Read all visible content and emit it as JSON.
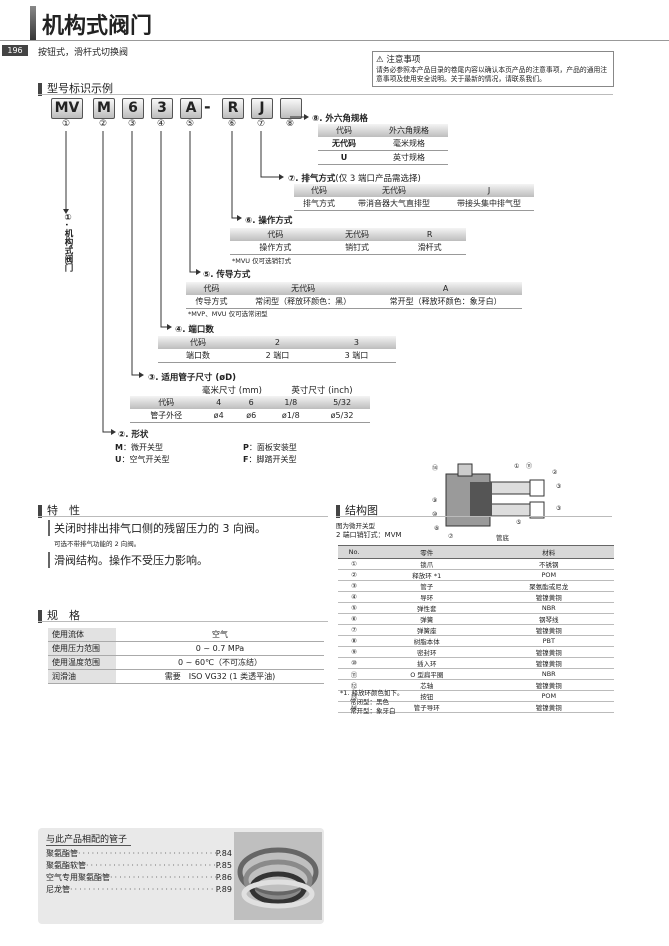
{
  "header": {
    "title": "机构式阀门",
    "page_number": "196",
    "subtitle": "按钮式，滑杆式切换阀"
  },
  "notice": {
    "title": "注意事项",
    "text": "请务必参照本产品目录的卷尾内容以确认本页产品的注意事项，产品的通用注意事项及使用安全说明。关于最新的情况，请联系我们。"
  },
  "model_section": {
    "heading": "型号标识示例",
    "code_chars": [
      "MV",
      "M",
      "6",
      "3",
      "A",
      "R",
      "J",
      ""
    ],
    "dash": "-",
    "circle_numbers": [
      "①",
      "②",
      "③",
      "④",
      "⑤",
      "⑥",
      "⑦",
      "⑧"
    ],
    "label_1": "①. 机构式阀门",
    "hex": {
      "title": "⑧. 外六角规格",
      "headers": [
        "代码",
        "外六角规格"
      ],
      "rows": [
        [
          "无代码",
          "毫米规格"
        ],
        [
          "U",
          "英寸规格"
        ]
      ]
    },
    "exhaust": {
      "title": "⑦. 排气方式",
      "note_inline": "(仅 3 端口产品需选择)",
      "headers": [
        "代码",
        "无代码",
        "J"
      ],
      "rows": [
        [
          "排气方式",
          "带消音器大气直排型",
          "带接头集中排气型"
        ]
      ],
      "footnote": "*MVU 仅可选销钉式"
    },
    "operation": {
      "title": "⑥. 操作方式",
      "headers": [
        "代码",
        "无代码",
        "R"
      ],
      "rows": [
        [
          "操作方式",
          "销钉式",
          "滑杆式"
        ]
      ]
    },
    "conduction": {
      "title": "⑤. 传导方式",
      "headers": [
        "代码",
        "无代码",
        "A"
      ],
      "rows": [
        [
          "传导方式",
          "常闭型（释放环颜色：黑）",
          "常开型（释放环颜色：象牙白）"
        ]
      ],
      "footnote": "*MVP、MVU 仅可选常闭型"
    },
    "ports": {
      "title": "④. 端口数",
      "headers": [
        "代码",
        "2",
        "3"
      ],
      "rows": [
        [
          "端口数",
          "2 端口",
          "3 端口"
        ]
      ]
    },
    "tube": {
      "title": "③. 适用管子尺寸 (øD)",
      "group_mm": "毫米尺寸 (mm)",
      "group_inch": "英寸尺寸 (inch)",
      "headers": [
        "代码",
        "4",
        "6",
        "1/8",
        "5/32"
      ],
      "rows": [
        [
          "管子外径",
          "ø4",
          "ø6",
          "ø1/8",
          "ø5/32"
        ]
      ]
    },
    "shape": {
      "title": "②. 形状",
      "items": [
        {
          "code": "M",
          "desc": "：微开关型"
        },
        {
          "code": "P",
          "desc": "：面板安装型"
        },
        {
          "code": "U",
          "desc": "：空气开关型"
        },
        {
          "code": "F",
          "desc": "：脚踏开关型"
        }
      ]
    }
  },
  "features": {
    "heading": "特　性",
    "items": [
      {
        "main": "关闭时排出排气口侧的残留压力的 3 向阀。",
        "sub": "可选不带排气功能的 2 向阀。"
      },
      {
        "main": "滑阀结构。操作不受压力影响。",
        "sub": ""
      }
    ]
  },
  "specs": {
    "heading": "规　格",
    "rows": [
      [
        "使用流体",
        "空气"
      ],
      [
        "使用压力范围",
        "0 ~ 0.7 MPa"
      ],
      [
        "使用温度范围",
        "0 ~ 60℃（不可冻结）"
      ],
      [
        "润滑油",
        "需要　ISO VG32 (1 类透平油)"
      ]
    ]
  },
  "structure": {
    "heading": "结构图",
    "caption1": "图为微开关型",
    "caption2": "2 端口销钉式：MVM",
    "tube_label": "管底",
    "headers": [
      "No.",
      "零件",
      "材料"
    ],
    "rows": [
      [
        "①",
        "锁爪",
        "不锈钢"
      ],
      [
        "②",
        "释放环 *1",
        "POM"
      ],
      [
        "③",
        "管子",
        "聚氨酯或尼龙"
      ],
      [
        "④",
        "导环",
        "镀镍黄铜"
      ],
      [
        "⑤",
        "弹性套",
        "NBR"
      ],
      [
        "⑥",
        "弹簧",
        "钢琴线"
      ],
      [
        "⑦",
        "弹簧座",
        "镀镍黄铜"
      ],
      [
        "⑧",
        "树脂本体",
        "PBT"
      ],
      [
        "⑨",
        "密封环",
        "镀镍黄铜"
      ],
      [
        "⑩",
        "插入环",
        "镀镍黄铜"
      ],
      [
        "⑪",
        "O 型扁平圈",
        "NBR"
      ],
      [
        "⑫",
        "芯轴",
        "镀镍黄铜"
      ],
      [
        "⑬",
        "按钮",
        "POM"
      ],
      [
        "⑭",
        "管子导环",
        "镀镍黄铜"
      ]
    ],
    "footnote": [
      "*1. 释放环颜色如下。",
      "常闭型：黑色",
      "常开型：象牙白"
    ]
  },
  "related": {
    "title": "与此产品相配的管子",
    "items": [
      {
        "name": "聚氨酯管",
        "page": "P.84"
      },
      {
        "name": "聚氨酯软管",
        "page": "P.85"
      },
      {
        "name": "空气专用聚氨酯管",
        "page": "P.86"
      },
      {
        "name": "尼龙管",
        "page": "P.89"
      }
    ]
  }
}
